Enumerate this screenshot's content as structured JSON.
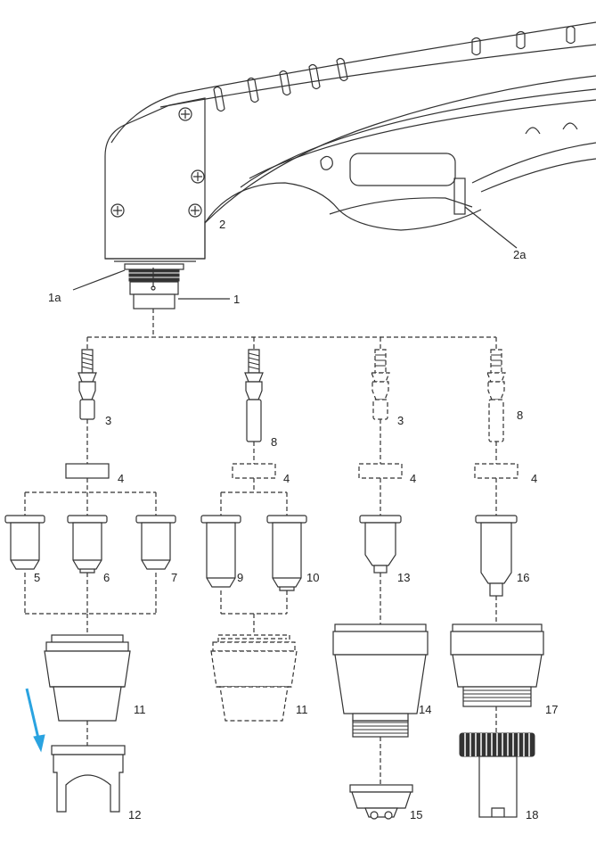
{
  "accent_color": "#2aa3e0",
  "labels": {
    "torch_head": "1",
    "o_ring": "1a",
    "handle": "2",
    "trigger": "2a",
    "electrode_a": "3",
    "electrode_b": "8",
    "electrode_c": "3",
    "electrode_d": "8",
    "diffuser_a": "4",
    "diffuser_b": "4",
    "diffuser_c": "4",
    "diffuser_d": "4",
    "tip_5": "5",
    "tip_6": "6",
    "tip_7": "7",
    "tip_9": "9",
    "tip_10": "10",
    "tip_13": "13",
    "tip_16": "16",
    "cap_11a": "11",
    "cap_11b": "11",
    "cap_14": "14",
    "cap_17": "17",
    "spacer_12": "12",
    "part_15": "15",
    "part_18": "18"
  }
}
